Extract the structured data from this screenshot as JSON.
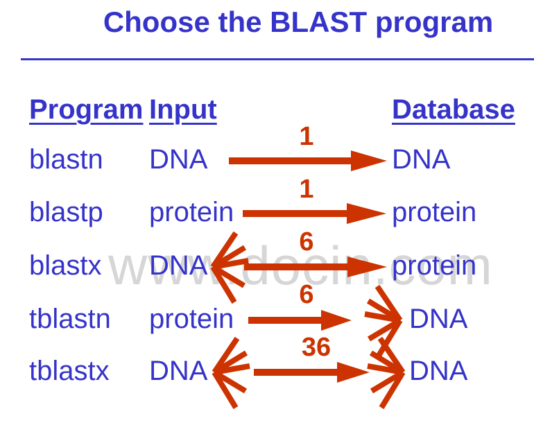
{
  "title": "Choose the BLAST program",
  "watermark": "www.docin.com",
  "colors": {
    "text_blue": "#3533c9",
    "arrow_red": "#cc3300",
    "watermark_gray": "#d6d6d6"
  },
  "table": {
    "headers": {
      "program": "Program",
      "input": "Input",
      "database": "Database"
    },
    "rows": [
      {
        "program": "blastn",
        "input": "DNA",
        "database": "DNA",
        "frames": "1"
      },
      {
        "program": "blastp",
        "input": "protein",
        "database": "protein",
        "frames": "1"
      },
      {
        "program": "blastx",
        "input": "DNA",
        "database": "protein",
        "frames": "6"
      },
      {
        "program": "tblastn",
        "input": "protein",
        "database": "DNA",
        "frames": "6"
      },
      {
        "program": "tblastx",
        "input": "DNA",
        "database": "DNA",
        "frames": "36"
      }
    ]
  }
}
